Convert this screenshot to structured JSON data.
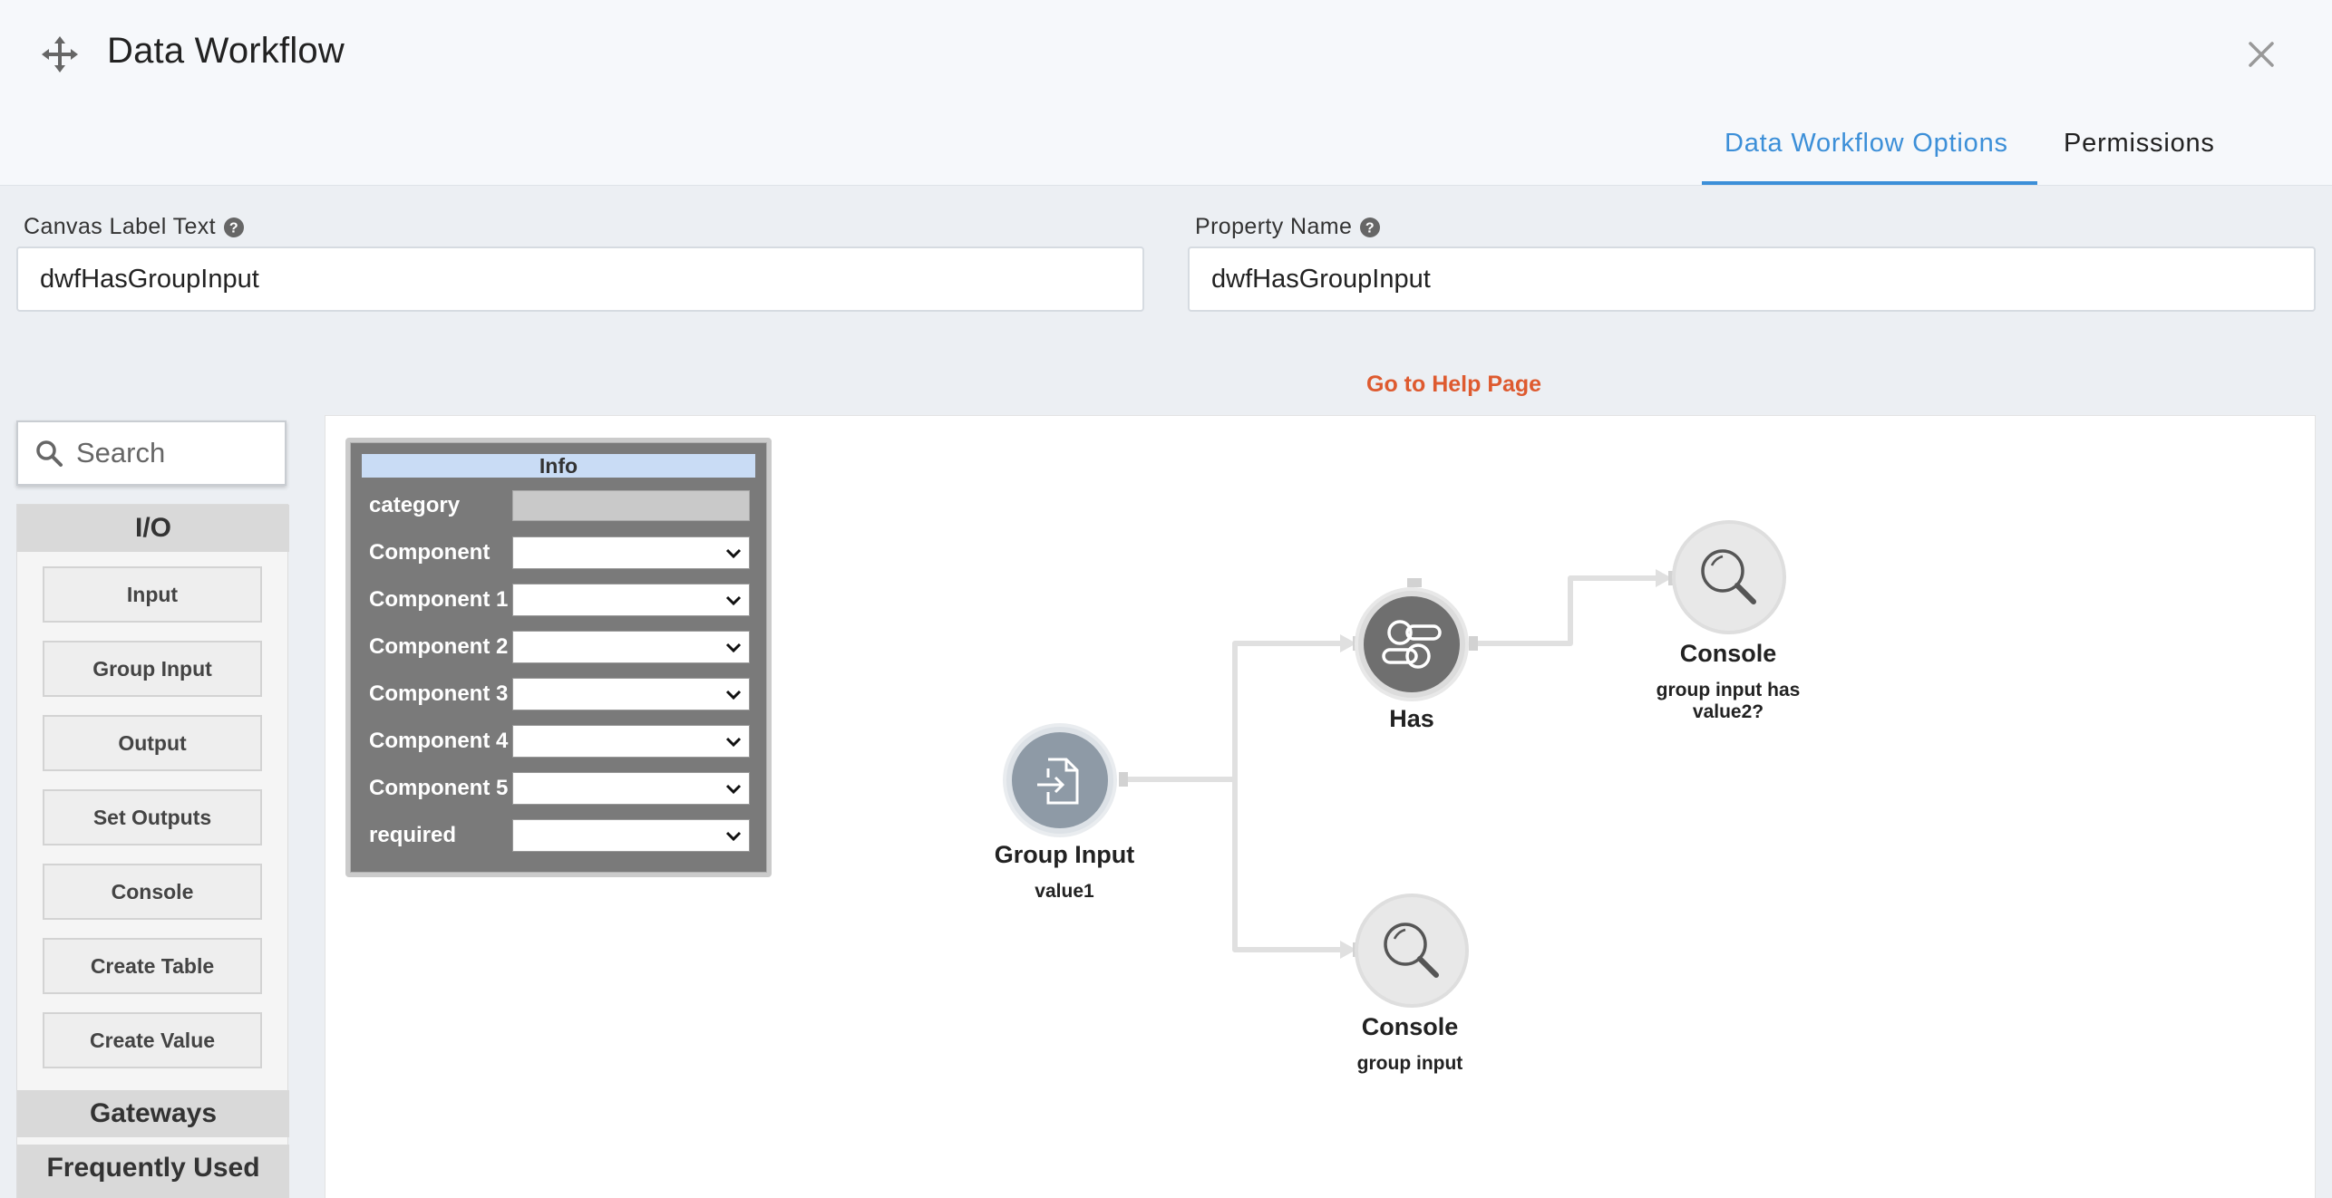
{
  "header": {
    "title": "Data Workflow",
    "icons": {
      "move": "move-icon",
      "close": "close-icon"
    },
    "tabs": [
      {
        "label": "Data Workflow Options",
        "active": true
      },
      {
        "label": "Permissions",
        "active": false
      }
    ]
  },
  "fields": {
    "canvas_label": {
      "label": "Canvas Label Text",
      "value": "dwfHasGroupInput"
    },
    "property_name": {
      "label": "Property Name",
      "value": "dwfHasGroupInput"
    }
  },
  "help_link": "Go to Help Page",
  "sidebar": {
    "search_placeholder": "Search",
    "sections": {
      "io": "I/O",
      "gateways": "Gateways",
      "frequently_used": "Frequently Used"
    },
    "io_items": [
      "Input",
      "Group Input",
      "Output",
      "Set Outputs",
      "Console",
      "Create Table",
      "Create Value"
    ]
  },
  "info_panel": {
    "title": "Info",
    "rows": [
      {
        "label": "category",
        "kind": "readonly"
      },
      {
        "label": "Component",
        "kind": "select"
      },
      {
        "label": "Component 1",
        "kind": "select"
      },
      {
        "label": "Component 2",
        "kind": "select"
      },
      {
        "label": "Component 3",
        "kind": "select"
      },
      {
        "label": "Component 4",
        "kind": "select"
      },
      {
        "label": "Component 5",
        "kind": "select"
      },
      {
        "label": "required",
        "kind": "select"
      }
    ]
  },
  "nodes": {
    "group_input": {
      "name": "Group Input",
      "sub": "value1",
      "icon": "file-import-icon"
    },
    "has": {
      "name": "Has",
      "sub": "",
      "icon": "has-toggle-icon"
    },
    "console_top": {
      "name": "Console",
      "sub_line1": "group input has",
      "sub_line2": "value2?",
      "icon": "magnifier-icon"
    },
    "console_bottom": {
      "name": "Console",
      "sub": "group input",
      "icon": "magnifier-icon"
    }
  },
  "colors": {
    "accent": "#3c8fd8",
    "help_link": "#de5a2f",
    "node_dark": "#6f6f6f",
    "node_light": "#e8e8e8",
    "node_input": "#8e9aa6"
  }
}
